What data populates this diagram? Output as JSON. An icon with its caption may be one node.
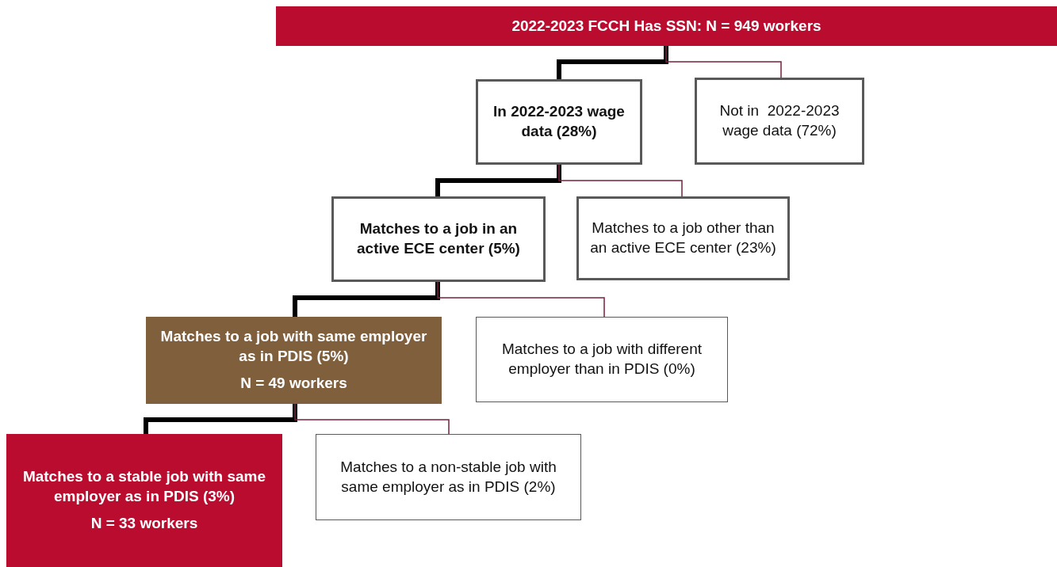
{
  "diagram": {
    "nodes": [
      {
        "text": [
          "2022-2023 FCCH Has SSN: N = 949 workers"
        ]
      },
      {
        "text": [
          "In 2022-2023 wage data (28%)"
        ]
      },
      {
        "text": [
          "Not in  2022-2023 wage data (72%)"
        ]
      },
      {
        "text": [
          "Matches to a job in an active ECE center (5%)"
        ]
      },
      {
        "text": [
          "Matches to a job other than an active ECE center (23%)"
        ]
      },
      {
        "text": [
          "Matches to a job with same employer as in PDIS (5%)",
          "N = 49 workers"
        ]
      },
      {
        "text": [
          "Matches to a job with different employer than in PDIS (0%)"
        ]
      },
      {
        "text": [
          "Matches to a stable job with same employer as in PDIS (3%)",
          "N = 33 workers"
        ]
      },
      {
        "text": [
          "Matches to a non-stable job with same employer as in PDIS (2%)"
        ]
      }
    ],
    "edges": [
      {
        "from": 0,
        "to": 1,
        "arrow": "none",
        "style": "thick",
        "color": "#000000"
      },
      {
        "from": 0,
        "to": 2,
        "arrow": "none",
        "color": "#7a1f3d"
      },
      {
        "from": 1,
        "to": 3,
        "arrow": "none",
        "style": "thick",
        "color": "#000000"
      },
      {
        "from": 1,
        "to": 4,
        "arrow": "none",
        "color": "#7a1f3d"
      },
      {
        "from": 3,
        "to": 5,
        "arrow": "none",
        "style": "thick",
        "color": "#000000"
      },
      {
        "from": 3,
        "to": 6,
        "arrow": "none",
        "color": "#7a1f3d"
      },
      {
        "from": 5,
        "to": 7,
        "arrow": "none",
        "style": "thick",
        "color": "#000000"
      },
      {
        "from": 5,
        "to": 8,
        "arrow": "none",
        "color": "#7a1f3d"
      }
    ]
  }
}
